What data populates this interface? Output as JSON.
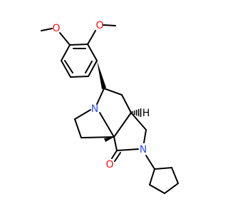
{
  "molecule": {
    "atom_labels": {
      "methoxy_top_o": "O",
      "methoxy_right_o": "O",
      "ring_n": "N",
      "lactam_n": "N",
      "carbonyl_o": "O",
      "stereo_h": "H"
    },
    "colors": {
      "bond": "#000000",
      "nitrogen": "#3050F8",
      "oxygen": "#FF0D0D"
    }
  }
}
